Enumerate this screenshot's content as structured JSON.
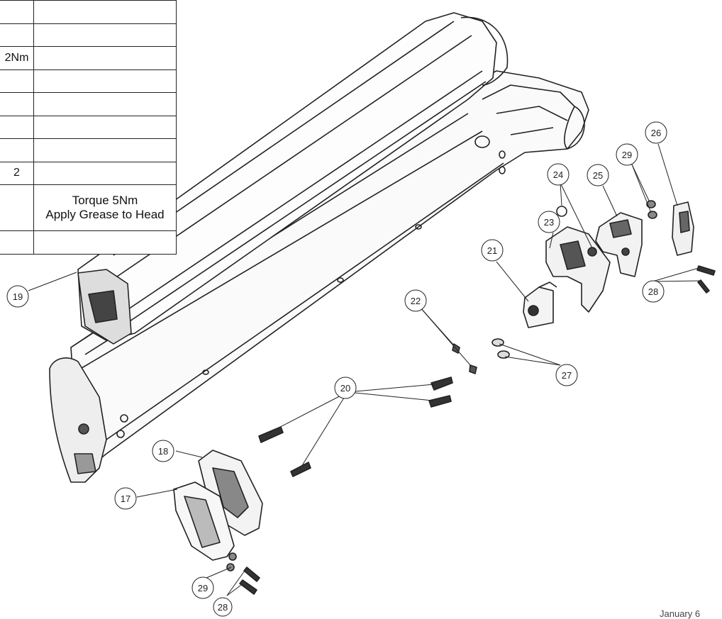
{
  "table": {
    "rows": [
      {
        "qty": "",
        "note": ""
      },
      {
        "qty": "",
        "note": ""
      },
      {
        "qty": "2Nm",
        "note": ""
      },
      {
        "qty": "",
        "note": ""
      },
      {
        "qty": "",
        "note": ""
      },
      {
        "qty": "",
        "note": ""
      },
      {
        "qty": "",
        "note": ""
      },
      {
        "qty": "2",
        "note": ""
      },
      {
        "qty": "",
        "note_line1": "Torque 5Nm",
        "note_line2": "Apply Grease to Head"
      },
      {
        "qty": "",
        "note": ""
      }
    ]
  },
  "callouts": [
    "19",
    "20",
    "22",
    "24",
    "23",
    "25",
    "29",
    "26",
    "21",
    "28",
    "27",
    "18",
    "17",
    "29",
    "28"
  ],
  "footer": {
    "date": "January 6"
  }
}
